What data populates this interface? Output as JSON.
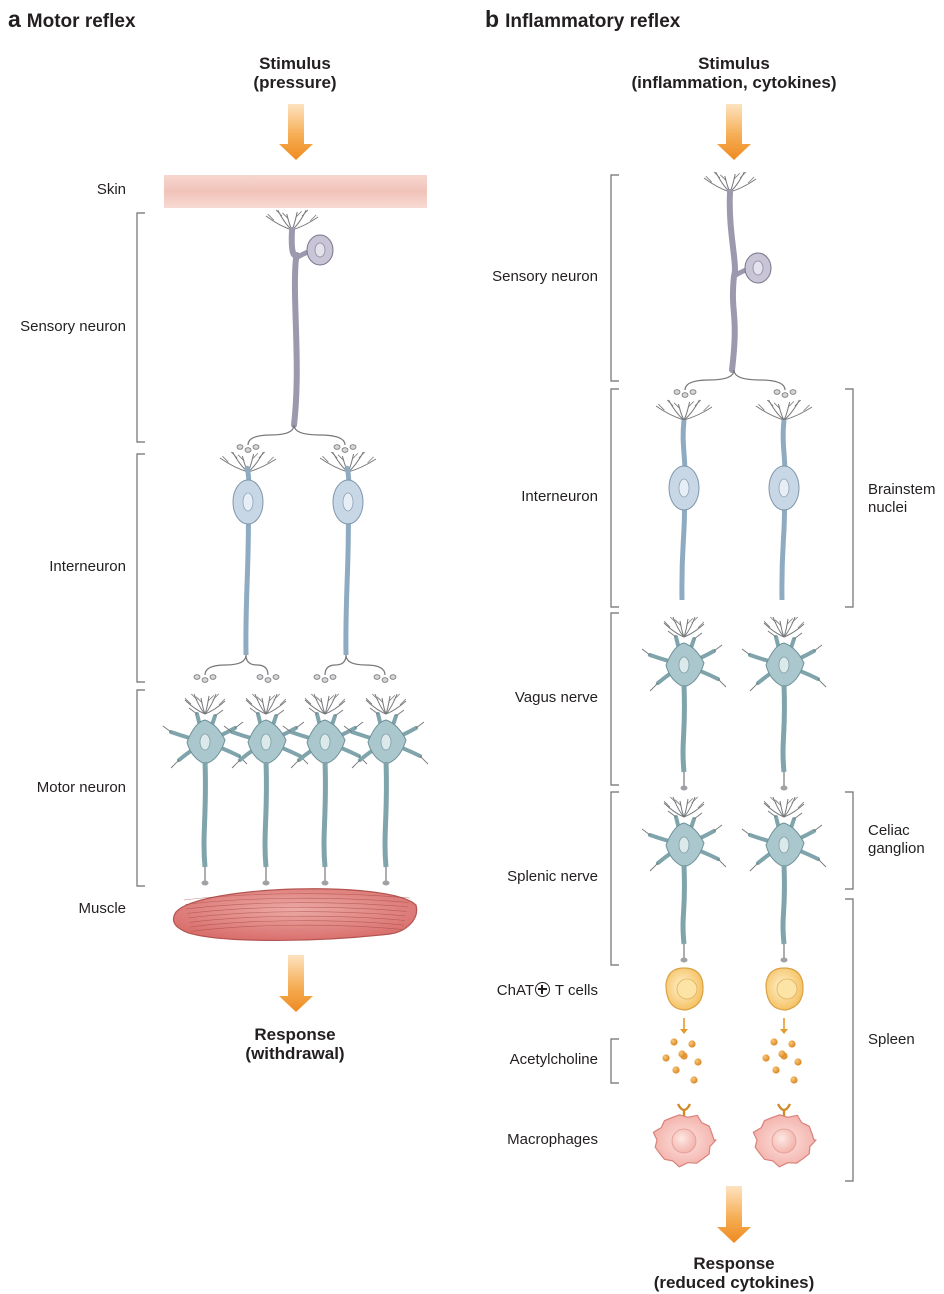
{
  "panel_a": {
    "letter": "a",
    "title": "Motor reflex",
    "stimulus_line1": "Stimulus",
    "stimulus_line2": "(pressure)",
    "labels": {
      "skin": "Skin",
      "sensory_neuron": "Sensory neuron",
      "interneuron": "Interneuron",
      "motor_neuron": "Motor neuron",
      "muscle": "Muscle"
    },
    "response_line1": "Response",
    "response_line2": "(withdrawal)"
  },
  "panel_b": {
    "letter": "b",
    "title": "Inflammatory reflex",
    "stimulus_line1": "Stimulus",
    "stimulus_line2": "(inflammation, cytokines)",
    "left_labels": {
      "sensory_neuron": "Sensory neuron",
      "interneuron": "Interneuron",
      "vagus_nerve": "Vagus nerve",
      "splenic_nerve": "Splenic nerve",
      "chat_prefix": "ChAT",
      "chat_suffix": " T cells",
      "acetylcholine": "Acetylcholine",
      "macrophages": "Macrophages"
    },
    "right_labels": {
      "brainstem_line1": "Brainstem",
      "brainstem_line2": "nuclei",
      "celiac_line1": "Celiac",
      "celiac_line2": "ganglion",
      "spleen": "Spleen"
    },
    "response_line1": "Response",
    "response_line2": "(reduced cytokines)"
  },
  "colors": {
    "arrow": "#f29a2e",
    "skin": "#f2c4bb",
    "sensory_neuron": "#c9c5d6",
    "interneuron": "#c8d7e6",
    "motor_neuron": "#a9c7cc",
    "muscle": "#de7f7c",
    "t_cell": "#f9d384",
    "acetylcholine": "#e59a2c",
    "macrophage": "#f4b6b0"
  }
}
